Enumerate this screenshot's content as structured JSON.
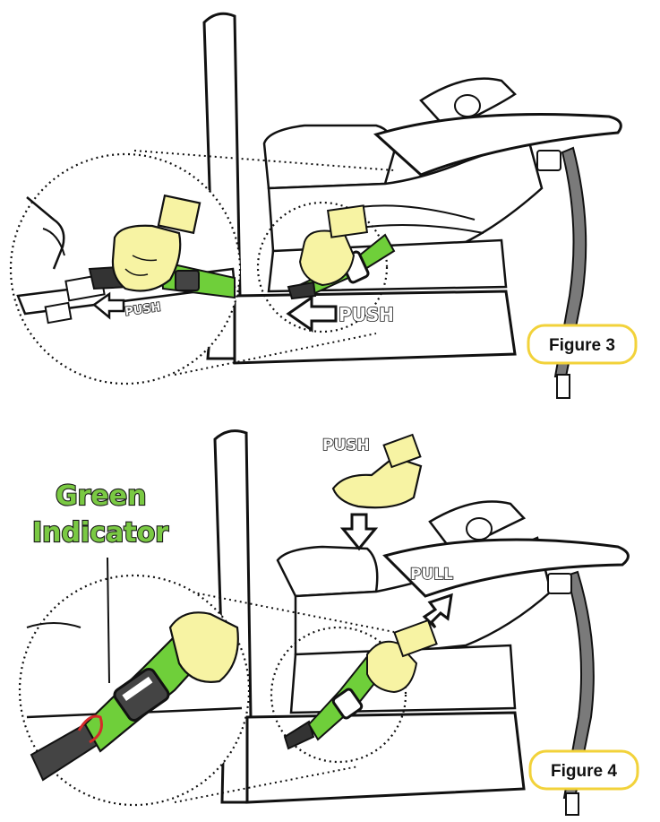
{
  "figure3": {
    "push_small": "PUSH",
    "push_large": "PUSH",
    "label": "Figure 3"
  },
  "figure4": {
    "push": "PUSH",
    "pull": "PULL",
    "indicator_line1": "Green",
    "indicator_line2": "Indicator",
    "label": "Figure 4"
  },
  "colors": {
    "strap_green": "#6fcf3a",
    "hand_yellow": "#f7f3a3",
    "belt_gray": "#7a7a7a",
    "label_border": "#f2d23a",
    "indicator_red": "#d42a2a"
  }
}
